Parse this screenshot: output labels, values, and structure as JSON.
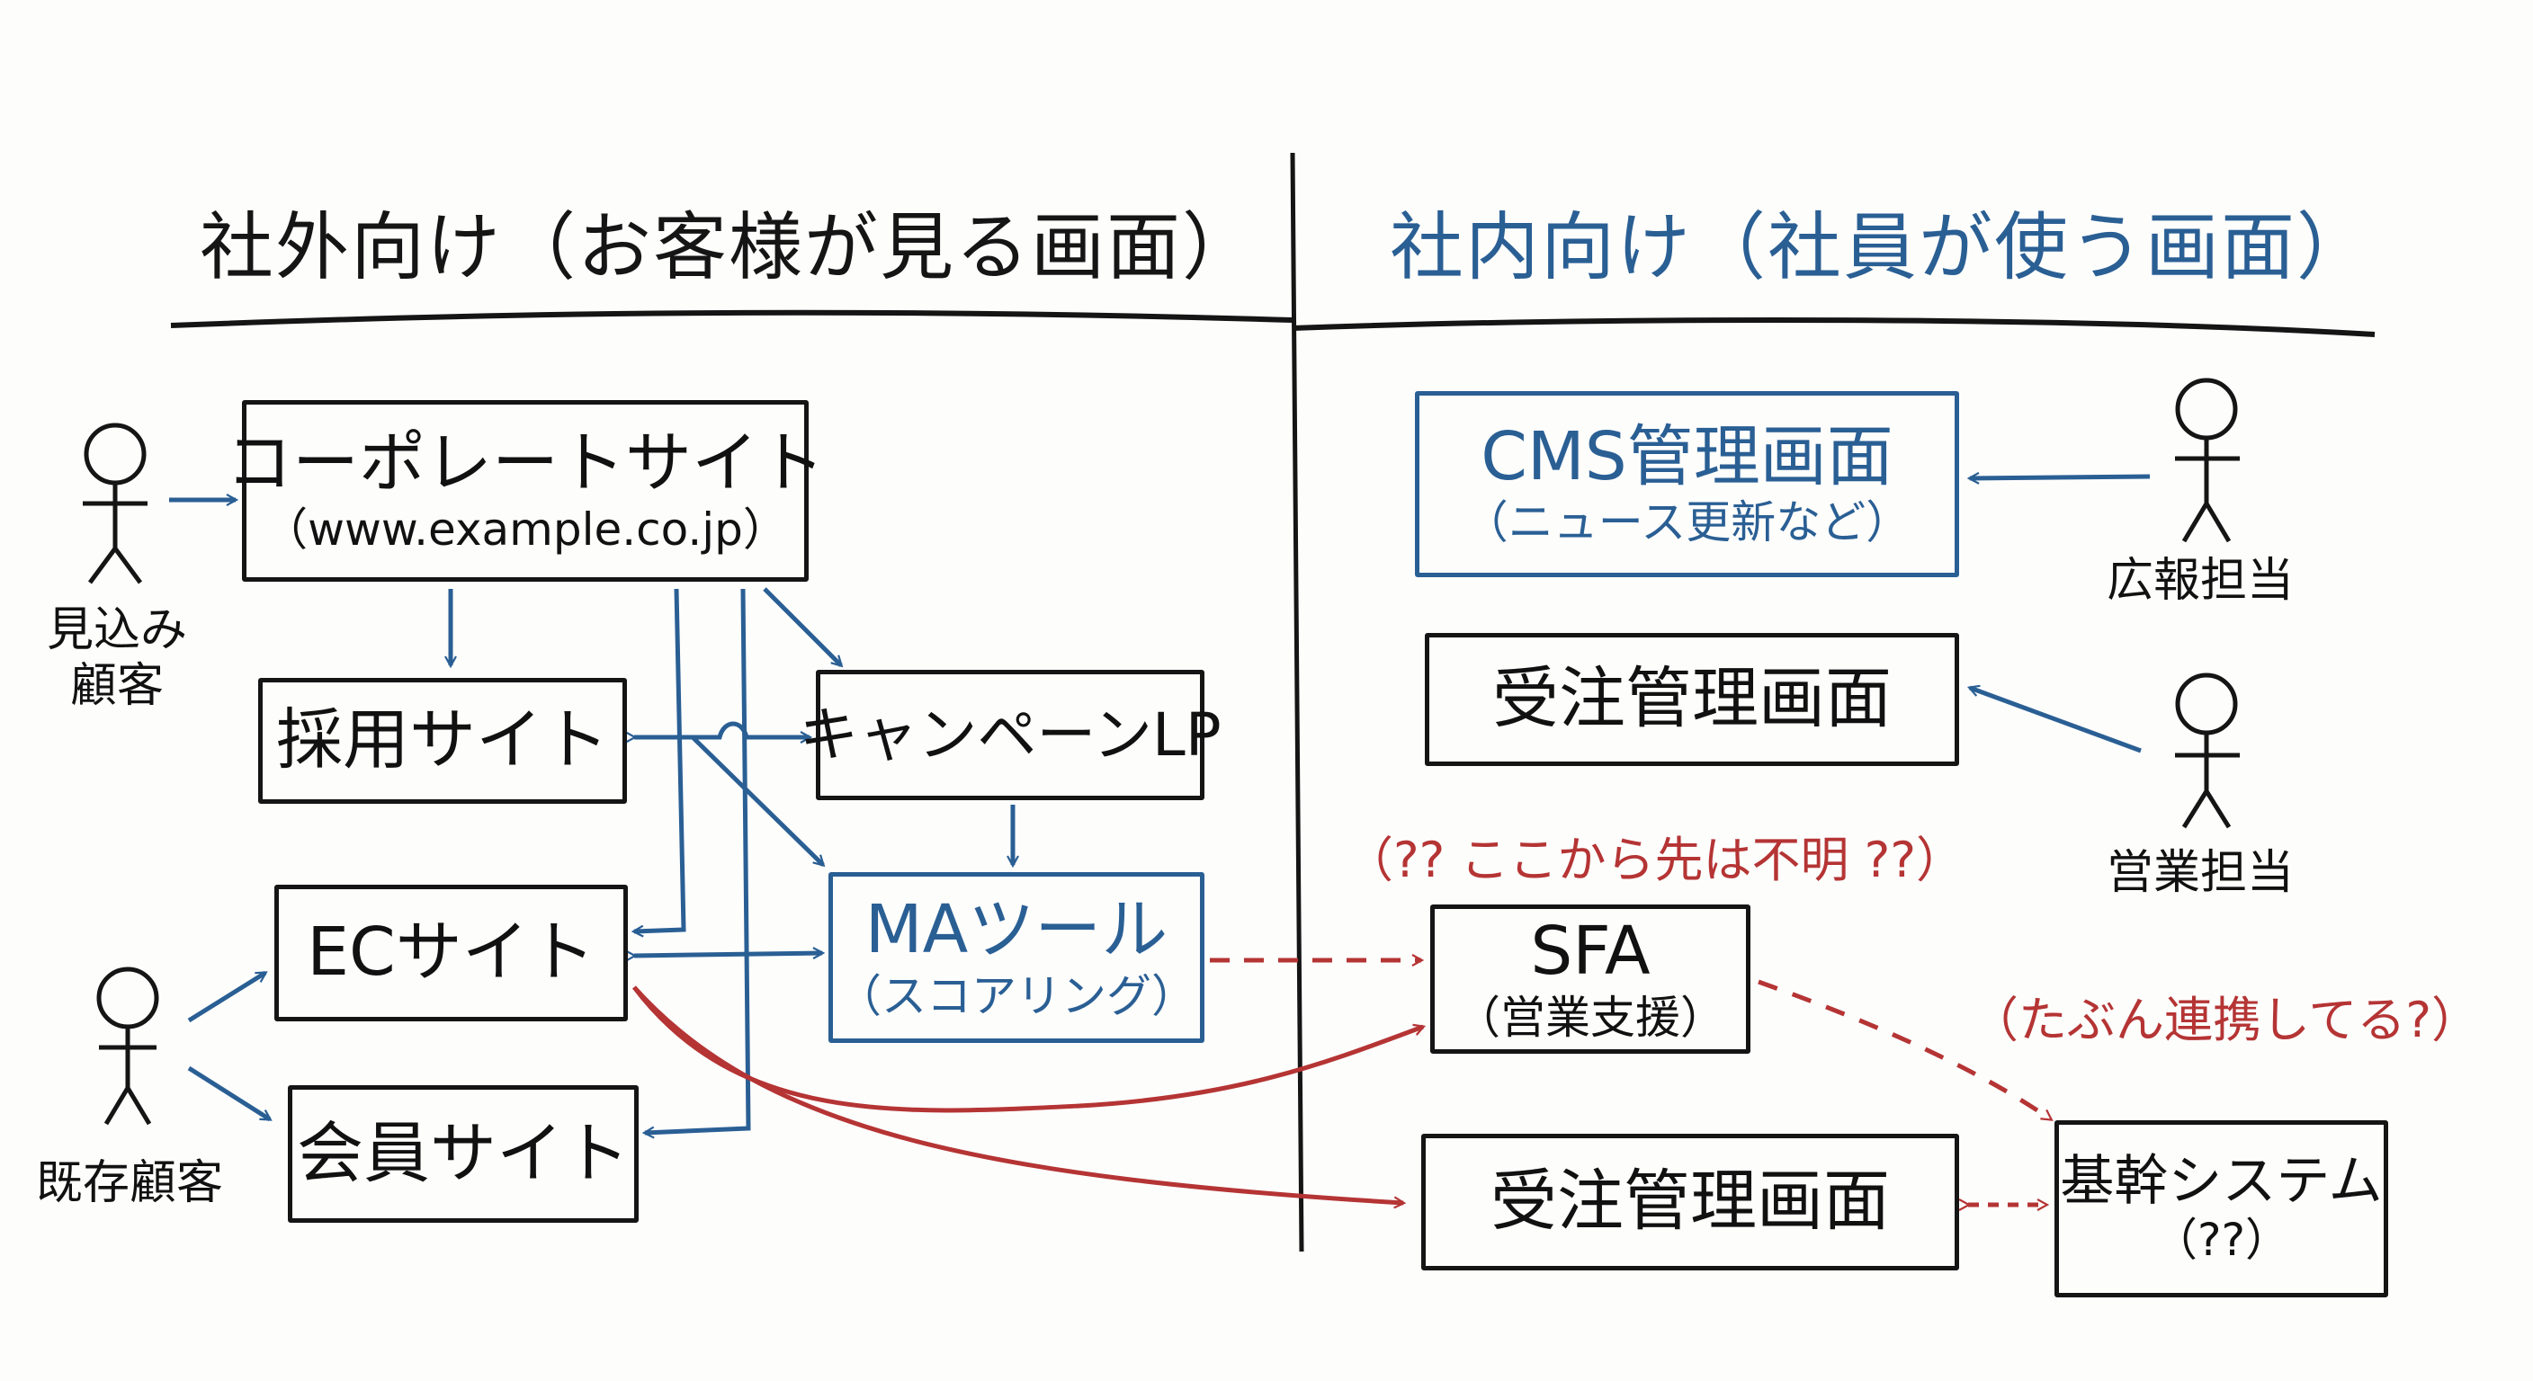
{
  "colors": {
    "ink": "#151515",
    "blue": "#2a5f94",
    "red": "#b53434",
    "background": "#fdfdfc"
  },
  "headings": {
    "external": "社外向け（お客様が見る画面）",
    "internal": "社内向け（社員が使う画面）"
  },
  "actors": {
    "prospect": "見込み\n顧客",
    "prospect_line1": "見込み",
    "prospect_line2": "顧客",
    "existing": "既存顧客",
    "pr": "広報担当",
    "sales": "営業担当"
  },
  "boxes": {
    "corporate": {
      "title": "コーポレートサイト",
      "sub": "（www.example.co.jp）"
    },
    "recruit": {
      "title": "採用サイト"
    },
    "campaign": {
      "title": "キャンペーンLP"
    },
    "ma": {
      "title": "MAツール",
      "sub": "（スコアリング）"
    },
    "ec": {
      "title": "ECサイト"
    },
    "member": {
      "title": "会員サイト"
    },
    "cms": {
      "title": "CMS管理画面",
      "sub": "（ニュース更新など）"
    },
    "order_internal": {
      "title": "受注管理画面"
    },
    "sfa": {
      "title": "SFA",
      "sub": "（営業支援）"
    },
    "order_unknown": {
      "title": "受注管理画面"
    },
    "core": {
      "title": "基幹システム",
      "sub": "（??）"
    }
  },
  "notes": {
    "unknown": "（?? ここから先は不明 ??）",
    "maybe": "（たぶん連携してる?）"
  },
  "icons": {
    "actor": "stick-figure-icon"
  }
}
